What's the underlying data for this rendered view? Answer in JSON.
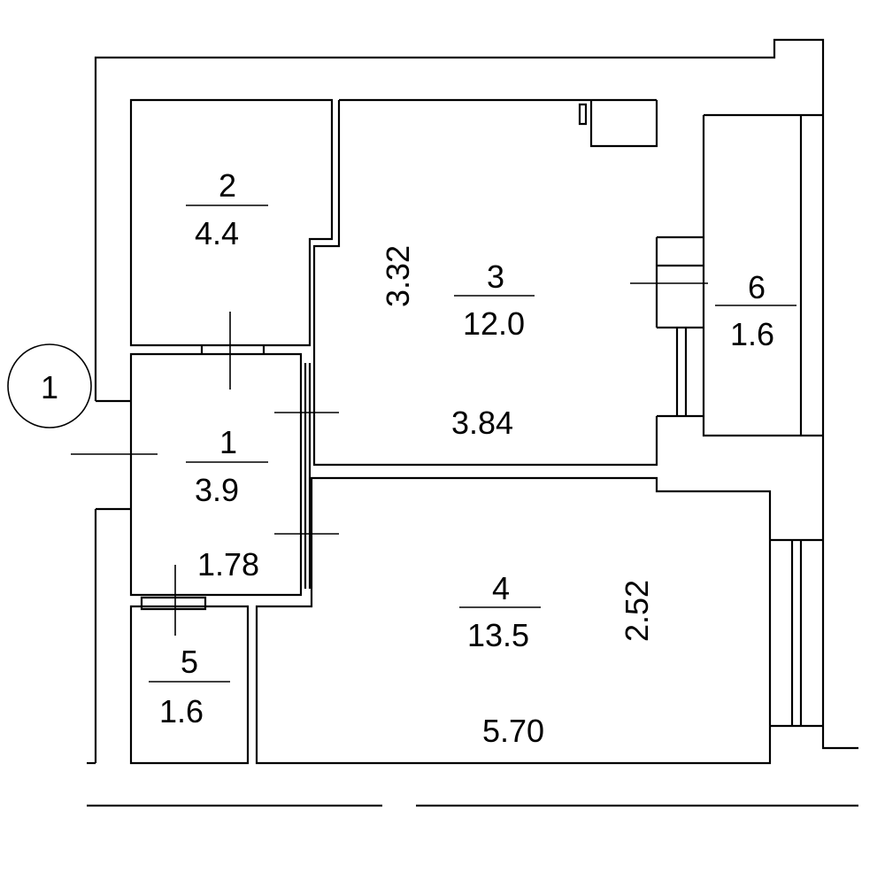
{
  "axis_marker": "1",
  "rooms": [
    {
      "number": "1",
      "area": "3.9"
    },
    {
      "number": "2",
      "area": "4.4"
    },
    {
      "number": "3",
      "area": "12.0"
    },
    {
      "number": "4",
      "area": "13.5"
    },
    {
      "number": "5",
      "area": "1.6"
    },
    {
      "number": "6",
      "area": "1.6"
    }
  ],
  "dimensions": {
    "room3_height": "3.32",
    "room3_width": "3.84",
    "room1_width": "1.78",
    "room4_height": "2.52",
    "room4_width": "5.70"
  },
  "colors": {
    "line": "#000000",
    "background": "#ffffff"
  }
}
